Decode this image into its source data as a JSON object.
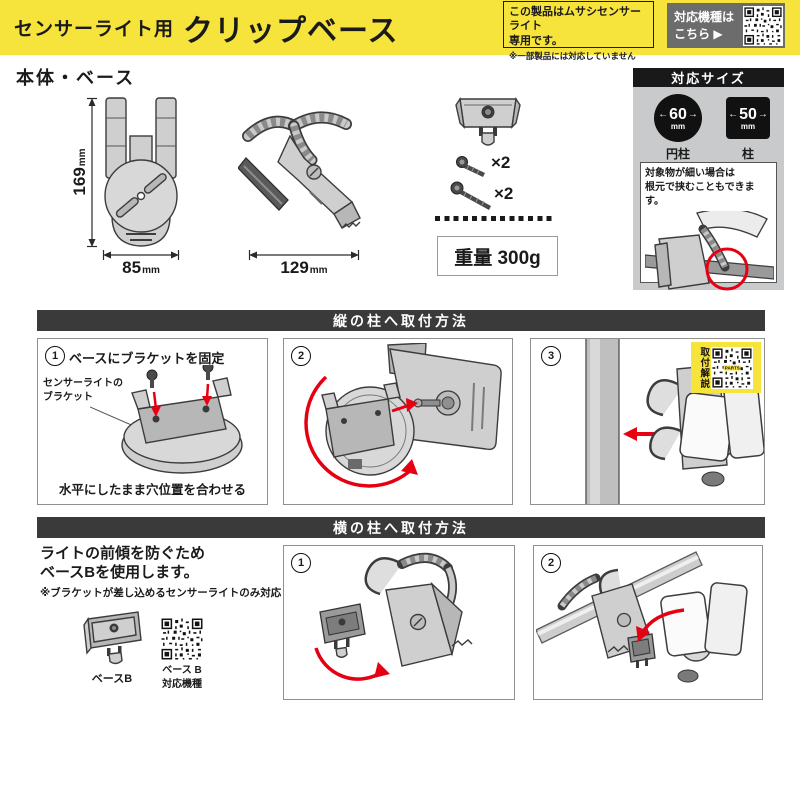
{
  "colors": {
    "yellow": "#F6E33B",
    "bar-dark": "#3A3A3A",
    "panel-gray": "#C9CACB",
    "box-gray": "#6C6C6C",
    "accent-red": "#E60012",
    "ink": "#1A1A1A"
  },
  "header": {
    "title_prefix": "センサーライト用",
    "title_main": "クリップベース",
    "notice": {
      "line1": "この製品はムサシセンサーライト",
      "line2": "専用です。",
      "note": "※一部製品には対応していません"
    },
    "models": {
      "line1": "対応機種は",
      "line2": "こちら ▶"
    }
  },
  "main": {
    "heading": "本体・ベース",
    "dims": {
      "height_value": "169",
      "height_unit": "mm",
      "width_value": "85",
      "width_unit": "mm",
      "depth_value": "129",
      "depth_unit": "mm"
    },
    "parts": {
      "screw_short_qty": "×2",
      "screw_long_qty": "×2"
    },
    "weight": "重量 300g"
  },
  "size_panel": {
    "title": "対応サイズ",
    "cylinder": {
      "arrow_left": "←",
      "value": "60",
      "arrow_right": "→",
      "unit": "mm",
      "label": "円柱"
    },
    "pillar": {
      "arrow_left": "←",
      "value": "50",
      "arrow_right": "→",
      "unit": "mm",
      "label": "柱"
    },
    "note_line1": "対象物が細い場合は",
    "note_line2": "根元で挟むこともできます。"
  },
  "section_vertical": {
    "title": "縦の柱へ取付方法",
    "step1": {
      "num": "1",
      "title": "ベースにブラケットを固定",
      "label_line1": "センサーライトの",
      "label_line2": "ブラケット",
      "caption": "水平にしたまま穴位置を合わせる"
    },
    "step2": {
      "num": "2"
    },
    "step3": {
      "num": "3",
      "qr_label": "取付解説",
      "qr_center": "PARTS"
    }
  },
  "section_horizontal": {
    "title": "横の柱へ取付方法",
    "intro_line1": "ライトの前傾を防ぐため",
    "intro_line2": "ベースBを使用します。",
    "intro_note": "※ブラケットが差し込めるセンサーライトのみ対応",
    "base_b_label": "ベースB",
    "qr_label_line1": "ベース B",
    "qr_label_line2": "対応機種",
    "step1": {
      "num": "1"
    },
    "step2": {
      "num": "2"
    }
  }
}
